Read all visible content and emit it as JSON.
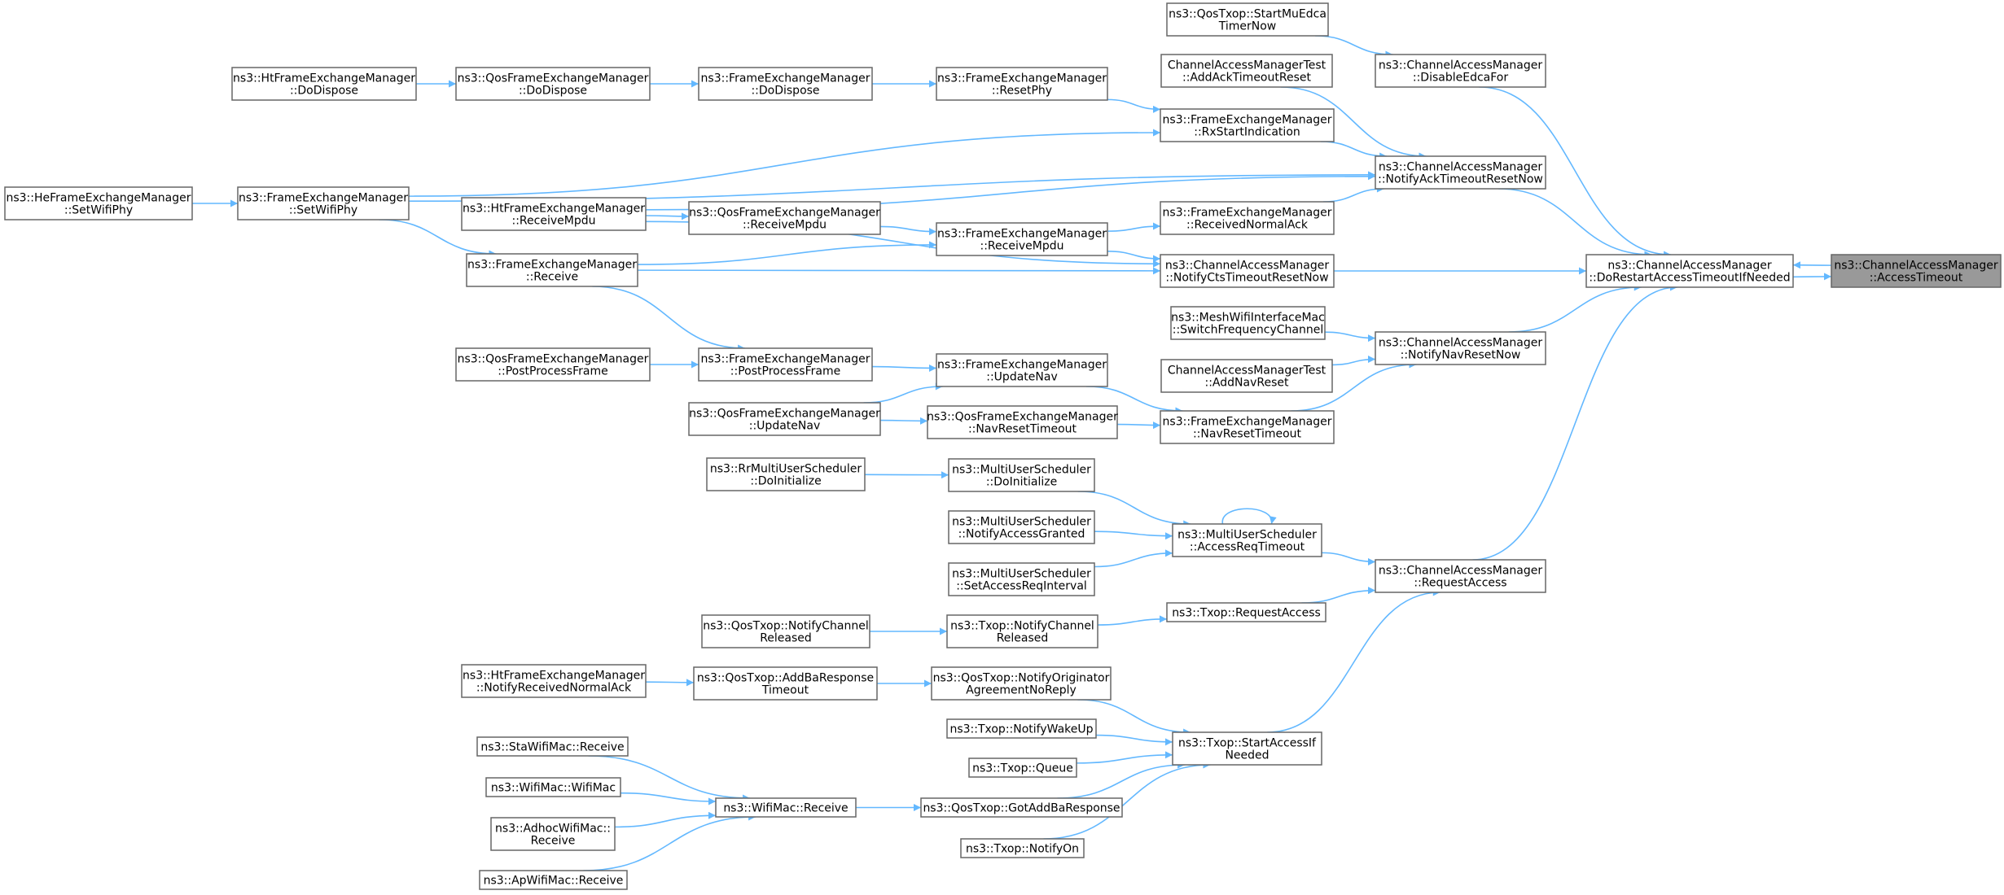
{
  "diagram": {
    "colors": {
      "edge": "#63b8ff",
      "node_border": "#666666",
      "node_fill": "#ffffff",
      "active_node_fill": "#999999",
      "text": "#000000"
    },
    "nodes": [
      {
        "id": "n_accesstimeout",
        "lines": [
          "ns3::ChannelAccessManager",
          "::AccessTimeout"
        ],
        "active": true
      },
      {
        "id": "n_dorestart",
        "lines": [
          "ns3::ChannelAccessManager",
          "::DoRestartAccessTimeoutIfNeeded"
        ]
      },
      {
        "id": "n_disableedca",
        "lines": [
          "ns3::ChannelAccessManager",
          "::DisableEdcaFor"
        ]
      },
      {
        "id": "n_notifyacktimeout",
        "lines": [
          "ns3::ChannelAccessManager",
          "::NotifyAckTimeoutResetNow"
        ]
      },
      {
        "id": "n_notifynav",
        "lines": [
          "ns3::ChannelAccessManager",
          "::NotifyNavResetNow"
        ]
      },
      {
        "id": "n_requestaccess_cam",
        "lines": [
          "ns3::ChannelAccessManager",
          "::RequestAccess"
        ]
      },
      {
        "id": "n_startmuedca",
        "lines": [
          "ns3::QosTxop::StartMuEdca",
          "TimerNow"
        ]
      },
      {
        "id": "n_test_addack",
        "lines": [
          "ChannelAccessManagerTest",
          "::AddAckTimeoutReset"
        ]
      },
      {
        "id": "n_rxstart",
        "lines": [
          "ns3::FrameExchangeManager",
          "::RxStartIndication"
        ]
      },
      {
        "id": "n_receivednormalack",
        "lines": [
          "ns3::FrameExchangeManager",
          "::ReceivedNormalAck"
        ]
      },
      {
        "id": "n_notifycts",
        "lines": [
          "ns3::ChannelAccessManager",
          "::NotifyCtsTimeoutResetNow"
        ]
      },
      {
        "id": "n_switchfreq",
        "lines": [
          "ns3::MeshWifiInterfaceMac",
          "::SwitchFrequencyChannel"
        ]
      },
      {
        "id": "n_test_addnav",
        "lines": [
          "ChannelAccessManagerTest",
          "::AddNavReset"
        ]
      },
      {
        "id": "n_navresettimeout_fem",
        "lines": [
          "ns3::FrameExchangeManager",
          "::NavResetTimeout"
        ]
      },
      {
        "id": "n_accessreqtimeout",
        "lines": [
          "ns3::MultiUserScheduler",
          "::AccessReqTimeout"
        ]
      },
      {
        "id": "n_txop_requestaccess",
        "lines": [
          "ns3::Txop::RequestAccess"
        ]
      },
      {
        "id": "n_startaccessifneeded",
        "lines": [
          "ns3::Txop::StartAccessIf",
          "Needed"
        ]
      },
      {
        "id": "n_resetphy",
        "lines": [
          "ns3::FrameExchangeManager",
          "::ResetPhy"
        ]
      },
      {
        "id": "n_receivempdu_fem",
        "lines": [
          "ns3::FrameExchangeManager",
          "::ReceiveMpdu"
        ]
      },
      {
        "id": "n_updatenav_fem",
        "lines": [
          "ns3::FrameExchangeManager",
          "::UpdateNav"
        ]
      },
      {
        "id": "n_navresettimeout_qos",
        "lines": [
          "ns3::QosFrameExchangeManager",
          "::NavResetTimeout"
        ]
      },
      {
        "id": "n_doinitialize_mus",
        "lines": [
          "ns3::MultiUserScheduler",
          "::DoInitialize"
        ]
      },
      {
        "id": "n_notifyaccessgranted",
        "lines": [
          "ns3::MultiUserScheduler",
          "::NotifyAccessGranted"
        ]
      },
      {
        "id": "n_setaccessreqinterval",
        "lines": [
          "ns3::MultiUserScheduler",
          "::SetAccessReqInterval"
        ]
      },
      {
        "id": "n_txop_notifychannelreleased",
        "lines": [
          "ns3::Txop::NotifyChannel",
          "Released"
        ]
      },
      {
        "id": "n_notifyoriginator",
        "lines": [
          "ns3::QosTxop::NotifyOriginator",
          "AgreementNoReply"
        ]
      },
      {
        "id": "n_notifywakeup",
        "lines": [
          "ns3::Txop::NotifyWakeUp"
        ]
      },
      {
        "id": "n_txop_queue",
        "lines": [
          "ns3::Txop::Queue"
        ]
      },
      {
        "id": "n_gotaddba",
        "lines": [
          "ns3::QosTxop::GotAddBaResponse"
        ]
      },
      {
        "id": "n_notifyon",
        "lines": [
          "ns3::Txop::NotifyOn"
        ]
      },
      {
        "id": "n_dodispose_fem",
        "lines": [
          "ns3::FrameExchangeManager",
          "::DoDispose"
        ]
      },
      {
        "id": "n_receivempdu_qos",
        "lines": [
          "ns3::QosFrameExchangeManager",
          "::ReceiveMpdu"
        ]
      },
      {
        "id": "n_receive_fem",
        "lines": [
          "ns3::FrameExchangeManager",
          "::Receive"
        ]
      },
      {
        "id": "n_postprocess_fem",
        "lines": [
          "ns3::FrameExchangeManager",
          "::PostProcessFrame"
        ]
      },
      {
        "id": "n_updatenav_qos",
        "lines": [
          "ns3::QosFrameExchangeManager",
          "::UpdateNav"
        ]
      },
      {
        "id": "n_rr_doinitialize",
        "lines": [
          "ns3::RrMultiUserScheduler",
          "::DoInitialize"
        ]
      },
      {
        "id": "n_qostxop_notifychannelreleased",
        "lines": [
          "ns3::QosTxop::NotifyChannel",
          "Released"
        ]
      },
      {
        "id": "n_addbaresponsetimeout",
        "lines": [
          "ns3::QosTxop::AddBaResponse",
          "Timeout"
        ]
      },
      {
        "id": "n_wifimac_receive",
        "lines": [
          "ns3::WifiMac::Receive"
        ]
      },
      {
        "id": "n_dodispose_qos",
        "lines": [
          "ns3::QosFrameExchangeManager",
          "::DoDispose"
        ]
      },
      {
        "id": "n_receivempdu_ht",
        "lines": [
          "ns3::HtFrameExchangeManager",
          "::ReceiveMpdu"
        ]
      },
      {
        "id": "n_postprocess_qos",
        "lines": [
          "ns3::QosFrameExchangeManager",
          "::PostProcessFrame"
        ]
      },
      {
        "id": "n_setwifiphy_fem",
        "lines": [
          "ns3::FrameExchangeManager",
          "::SetWifiPhy"
        ]
      },
      {
        "id": "n_dodispose_ht",
        "lines": [
          "ns3::HtFrameExchangeManager",
          "::DoDispose"
        ]
      },
      {
        "id": "n_setwifiphy_he",
        "lines": [
          "ns3::HeFrameExchangeManager",
          "::SetWifiPhy"
        ]
      },
      {
        "id": "n_ht_notifyreceivednormalack",
        "lines": [
          "ns3::HtFrameExchangeManager",
          "::NotifyReceivedNormalAck"
        ]
      },
      {
        "id": "n_stawifimac_receive",
        "lines": [
          "ns3::StaWifiMac::Receive"
        ]
      },
      {
        "id": "n_wifimac_wifimac",
        "lines": [
          "ns3::WifiMac::WifiMac"
        ]
      },
      {
        "id": "n_adhocwifimac_receive",
        "lines": [
          "ns3::AdhocWifiMac::",
          "Receive"
        ]
      },
      {
        "id": "n_apwifimac_receive",
        "lines": [
          "ns3::ApWifiMac::Receive"
        ]
      }
    ],
    "edges": [
      [
        "n_accesstimeout",
        "n_dorestart"
      ],
      [
        "n_dorestart",
        "n_accesstimeout"
      ],
      [
        "n_disableedca",
        "n_dorestart"
      ],
      [
        "n_notifyacktimeout",
        "n_dorestart"
      ],
      [
        "n_notifycts",
        "n_dorestart"
      ],
      [
        "n_notifynav",
        "n_dorestart"
      ],
      [
        "n_requestaccess_cam",
        "n_dorestart"
      ],
      [
        "n_startmuedca",
        "n_disableedca"
      ],
      [
        "n_test_addack",
        "n_notifyacktimeout"
      ],
      [
        "n_rxstart",
        "n_notifyacktimeout"
      ],
      [
        "n_receivednormalack",
        "n_notifyacktimeout"
      ],
      [
        "n_setwifiphy_fem",
        "n_notifyacktimeout"
      ],
      [
        "n_receivempdu_ht",
        "n_notifyacktimeout"
      ],
      [
        "n_receivempdu_ht",
        "n_notifycts"
      ],
      [
        "n_receive_fem",
        "n_notifycts"
      ],
      [
        "n_receivempdu_fem",
        "n_notifycts"
      ],
      [
        "n_switchfreq",
        "n_notifynav"
      ],
      [
        "n_test_addnav",
        "n_notifynav"
      ],
      [
        "n_navresettimeout_fem",
        "n_notifynav"
      ],
      [
        "n_accessreqtimeout",
        "n_requestaccess_cam"
      ],
      [
        "n_txop_requestaccess",
        "n_requestaccess_cam"
      ],
      [
        "n_startaccessifneeded",
        "n_requestaccess_cam"
      ],
      [
        "n_resetphy",
        "n_rxstart"
      ],
      [
        "n_setwifiphy_fem",
        "n_rxstart"
      ],
      [
        "n_receivempdu_fem",
        "n_receivednormalack"
      ],
      [
        "n_updatenav_fem",
        "n_navresettimeout_fem"
      ],
      [
        "n_navresettimeout_qos",
        "n_navresettimeout_fem"
      ],
      [
        "n_doinitialize_mus",
        "n_accessreqtimeout"
      ],
      [
        "n_notifyaccessgranted",
        "n_accessreqtimeout"
      ],
      [
        "n_setaccessreqinterval",
        "n_accessreqtimeout"
      ],
      [
        "n_accessreqtimeout",
        "n_accessreqtimeout"
      ],
      [
        "n_txop_notifychannelreleased",
        "n_txop_requestaccess"
      ],
      [
        "n_notifyoriginator",
        "n_startaccessifneeded"
      ],
      [
        "n_notifywakeup",
        "n_startaccessifneeded"
      ],
      [
        "n_txop_queue",
        "n_startaccessifneeded"
      ],
      [
        "n_gotaddba",
        "n_startaccessifneeded"
      ],
      [
        "n_notifyon",
        "n_startaccessifneeded"
      ],
      [
        "n_dodispose_fem",
        "n_resetphy"
      ],
      [
        "n_receivempdu_qos",
        "n_receivempdu_fem"
      ],
      [
        "n_receive_fem",
        "n_receivempdu_fem"
      ],
      [
        "n_postprocess_fem",
        "n_updatenav_fem"
      ],
      [
        "n_updatenav_qos",
        "n_updatenav_fem"
      ],
      [
        "n_updatenav_qos",
        "n_navresettimeout_qos"
      ],
      [
        "n_rr_doinitialize",
        "n_doinitialize_mus"
      ],
      [
        "n_qostxop_notifychannelreleased",
        "n_txop_notifychannelreleased"
      ],
      [
        "n_addbaresponsetimeout",
        "n_notifyoriginator"
      ],
      [
        "n_wifimac_receive",
        "n_gotaddba"
      ],
      [
        "n_dodispose_qos",
        "n_dodispose_fem"
      ],
      [
        "n_receivempdu_ht",
        "n_receivempdu_qos"
      ],
      [
        "n_setwifiphy_fem",
        "n_receive_fem"
      ],
      [
        "n_receive_fem",
        "n_postprocess_fem"
      ],
      [
        "n_postprocess_qos",
        "n_postprocess_fem"
      ],
      [
        "n_setwifiphy_he",
        "n_setwifiphy_fem"
      ],
      [
        "n_dodispose_ht",
        "n_dodispose_qos"
      ],
      [
        "n_ht_notifyreceivednormalack",
        "n_addbaresponsetimeout"
      ],
      [
        "n_stawifimac_receive",
        "n_wifimac_receive"
      ],
      [
        "n_wifimac_wifimac",
        "n_wifimac_receive"
      ],
      [
        "n_adhocwifimac_receive",
        "n_wifimac_receive"
      ],
      [
        "n_apwifimac_receive",
        "n_wifimac_receive"
      ]
    ]
  }
}
